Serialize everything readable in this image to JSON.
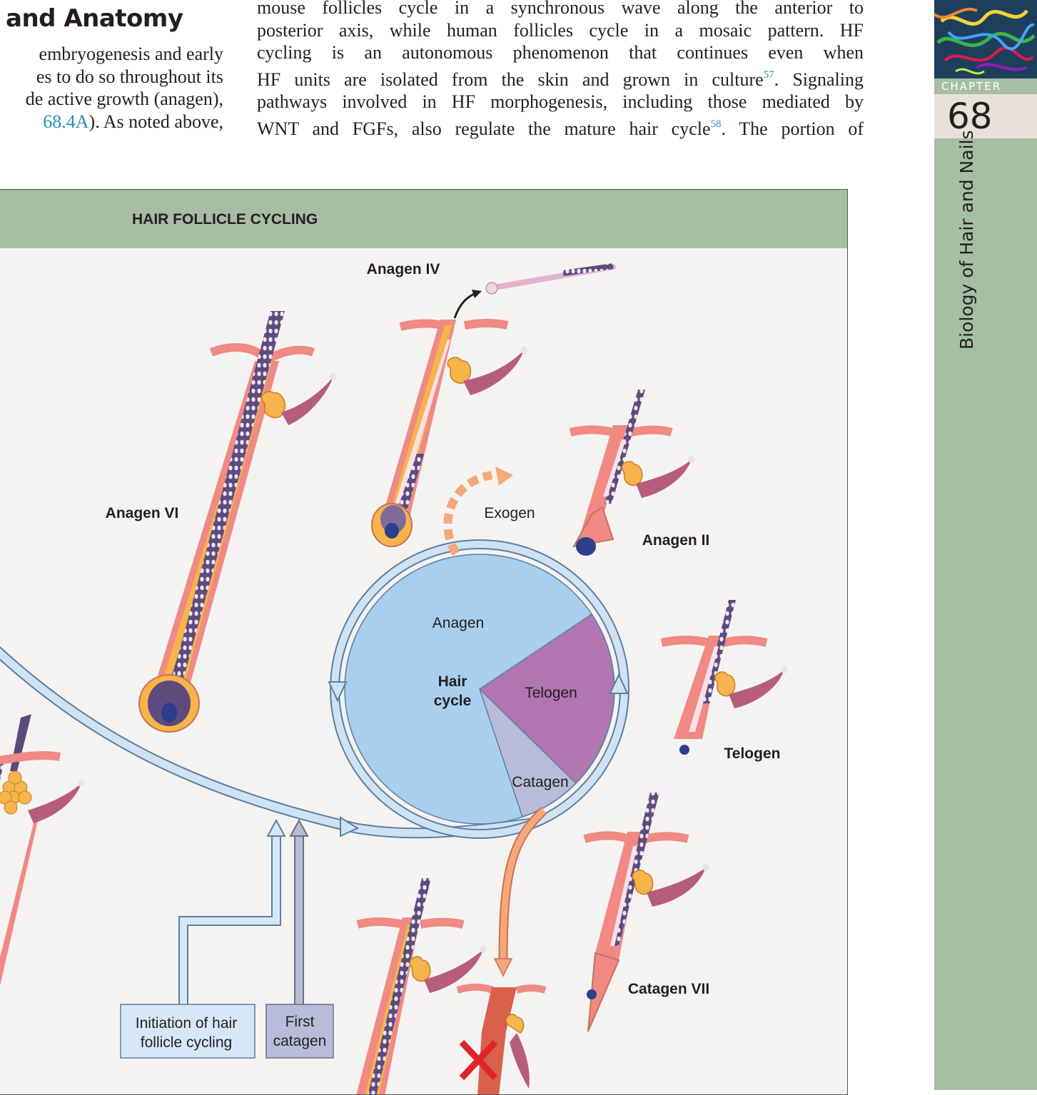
{
  "page": {
    "heading": "and Anatomy",
    "left_column_lines": [
      "embryogenesis and early",
      "es to do so throughout its",
      "de active growth (anagen),"
    ],
    "left_column_last": {
      "ref": "68.4A",
      "text": "). As noted above,"
    },
    "right_column": {
      "line1": "mouse follicles cycle in a synchronous wave along the anterior to",
      "line2": "posterior axis, while human follicles cycle in a mosaic pattern. HF",
      "line3": "cycling is an autonomous phenomenon that continues even when",
      "line4a": "HF units are isolated from the skin and grown in culture",
      "ref57": "57",
      "line4b": ". Signaling",
      "line5": "pathways involved in HF morphogenesis, including those mediated by",
      "line6a": "WNT and FGFs, also regulate the mature hair cycle",
      "ref58": "58",
      "line6b": ". The portion of"
    }
  },
  "tab": {
    "chapter_label": "CHAPTER",
    "chapter_number": "68",
    "title": "Biology of Hair and Nails"
  },
  "figure": {
    "title": "HAIR FOLLICLE CYCLING",
    "stage_labels": {
      "anagen_iv": "Anagen IV",
      "anagen_vi": "Anagen VI",
      "anagen_ii": "Anagen II",
      "telogen": "Telogen",
      "catagen_vii": "Catagen VII",
      "exogen": "Exogen"
    },
    "cycle": {
      "center_line1": "Hair",
      "center_line2": "cycle",
      "anagen": "Anagen",
      "telogen": "Telogen",
      "catagen": "Catagen"
    },
    "boxes": {
      "initiation_line1": "Initiation of hair",
      "initiation_line2": "follicle cycling",
      "first_line1": "First",
      "first_line2": "catagen"
    }
  },
  "colors": {
    "tab_green": "#a6bea2",
    "follicle_pink": "#f08a82",
    "sebaceous_gland": "#f7b44a",
    "arrector_muscle": "#b85c7e",
    "anagen_blue": "#a8cfee",
    "telogen_purple": "#b176b1",
    "catagen_gray": "#b8bcd8",
    "papilla_blue": "#2d3e8c",
    "removal_red": "#e0242a"
  }
}
